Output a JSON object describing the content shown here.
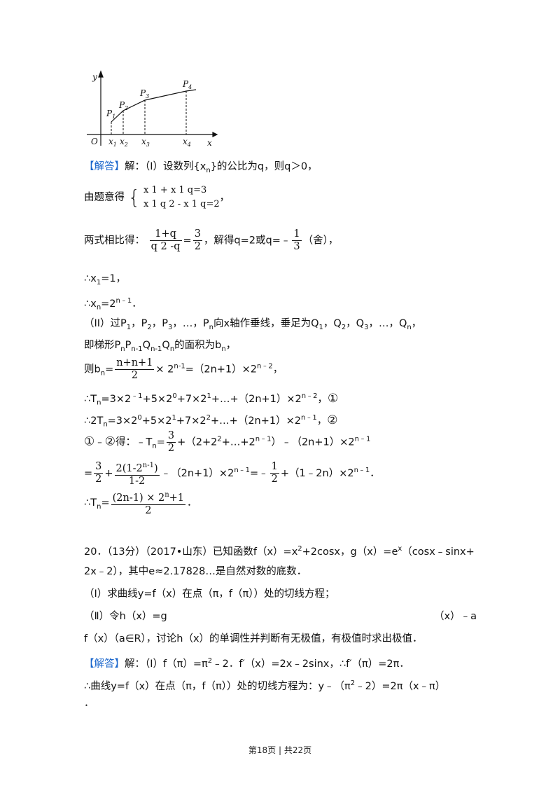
{
  "figure": {
    "axis_y": "y",
    "axis_x": "x",
    "origin": "O",
    "points": [
      "P",
      "P",
      "P",
      "P"
    ],
    "point_subs": [
      "1",
      "2",
      "3",
      "4"
    ],
    "ticks": [
      "x",
      "x",
      "x",
      "x"
    ],
    "tick_subs": [
      "1",
      "2",
      "3",
      "4"
    ]
  },
  "sol1": {
    "tag": "【解答】",
    "l1": "解：（I）设数列{x",
    "l1_sub": "n",
    "l1_tail": "}的公比为q，则q＞0，",
    "l2_pre": "由题意得",
    "l2_eq1": "x 1 + x 1 q=3",
    "l2_eq2": "x 1 q 2 - x 1 q=2",
    "l2_tail": "，",
    "l3_pre": "两式相比得：",
    "l3_num": "1+q",
    "l3_den": "q 2 -q",
    "l3_mid": "=",
    "l3_num2": "3",
    "l3_den2": "2",
    "l3_tail": "，解得q=2或q=﹣",
    "l3_num3": "1",
    "l3_den3": "3",
    "l3_end": "（舍），",
    "l4": "∴x",
    "l4_sub": "1",
    "l4_tail": "=1，",
    "l5": "∴x",
    "l5_sub": "n",
    "l5_tail": "=2",
    "l5_sup": "n﹣1",
    "l5_end": "．",
    "l6_a": "（II）过P",
    "l6_b": "，P",
    "l6_c": "，P",
    "l6_d": "，…，P",
    "l6_e": "向x轴作垂线，垂足为Q",
    "l6_f": "，Q",
    "l6_g": "，Q",
    "l6_h": "，…，Q",
    "l6_i": "，",
    "l7_a": "即梯形P",
    "l7_b": "P",
    "l7_c": "Q",
    "l7_d": "Q",
    "l7_e": "的面积为b",
    "l7_f": "，",
    "l8_a": "则b",
    "l8_b": "=",
    "l8_num": "n+n+1",
    "l8_den": "2",
    "l8_c": "× 2",
    "l8_sup": "n-1",
    "l8_d": "=（2n+1）×2",
    "l8_sup2": "n﹣2",
    "l8_e": "，",
    "l9_a": "∴T",
    "l9_b": "=3×2",
    "l9_s1": "﹣1",
    "l9_c": "+5×2",
    "l9_s2": "0",
    "l9_d": "+7×2",
    "l9_s3": "1",
    "l9_e": "+…+（2n+1）×2",
    "l9_s4": "n﹣2",
    "l9_f": "，",
    "l9_circ": "①",
    "l10_a": "∴2T",
    "l10_b": "=3×2",
    "l10_s1": "0",
    "l10_c": "+5×2",
    "l10_s2": "1",
    "l10_d": "+7×2",
    "l10_s3": "2",
    "l10_e": "+…+（2n+1）×2",
    "l10_s4": "n﹣1",
    "l10_f": "，",
    "l10_circ": "②",
    "l11_c1": "①",
    "l11_a": "﹣",
    "l11_c2": "②",
    "l11_b": "得：﹣T",
    "l11_c": "=",
    "l11_num": "3",
    "l11_den": "2",
    "l11_d": "+（2+2",
    "l11_s1": "2",
    "l11_e": "+…+2",
    "l11_s2": "n﹣1",
    "l11_f": "）﹣（2n+1）×2",
    "l11_s3": "n﹣1",
    "l12_a": "=",
    "l12_num1": "3",
    "l12_den1": "2",
    "l12_b": "+",
    "l12_num2": "2(1-2",
    "l12_num2_sup": "n-1",
    "l12_num2_end": ")",
    "l12_den2": "1-2",
    "l12_c": "﹣（2n+1）×2",
    "l12_s1": "n﹣1",
    "l12_d": "=﹣",
    "l12_num3": "1",
    "l12_den3": "2",
    "l12_e": "+（1﹣2n）×2",
    "l12_s2": "n﹣1",
    "l12_f": "．",
    "l13_a": "∴T",
    "l13_b": "=",
    "l13_num": "(2n-1) × 2",
    "l13_num_sup": "n",
    "l13_num_end": "+1",
    "l13_den": "2",
    "l13_c": "．"
  },
  "q20": {
    "l1_a": "20．（13分）（2017•山东）已知函数f（x）=x",
    "l1_s1": "2",
    "l1_b": "+2cosx，g（x）=e",
    "l1_s2": "x",
    "l1_c": "（cosx﹣sinx+",
    "l2": "2x﹣2），其中e≈2.17828…是自然对数的底数．",
    "l3": "（Ⅰ）求曲线y=f（x）在点（π，f（π））处的切线方程；",
    "l4_a": "（Ⅱ）令h（x）=g",
    "l4_b": "（x）﹣a",
    "l5": "f（x）（a∈R），讨论h（x）的单调性并判断有无极值，有极值时求出极值．",
    "l6_tag": "【解答】",
    "l6_a": "解：（I）f（π）=π",
    "l6_s1": "2",
    "l6_b": "﹣2．f′（x）=2x﹣2sinx，∴f′（π）=2π．",
    "l7_a": "∴曲线y=f（x）在点（π，f（π））处的切线方程为：y﹣（π",
    "l7_s1": "2",
    "l7_b": "﹣2）=2π（x﹣π）",
    "l8": "．"
  },
  "footer": {
    "text": "第18页 | 共22页"
  }
}
